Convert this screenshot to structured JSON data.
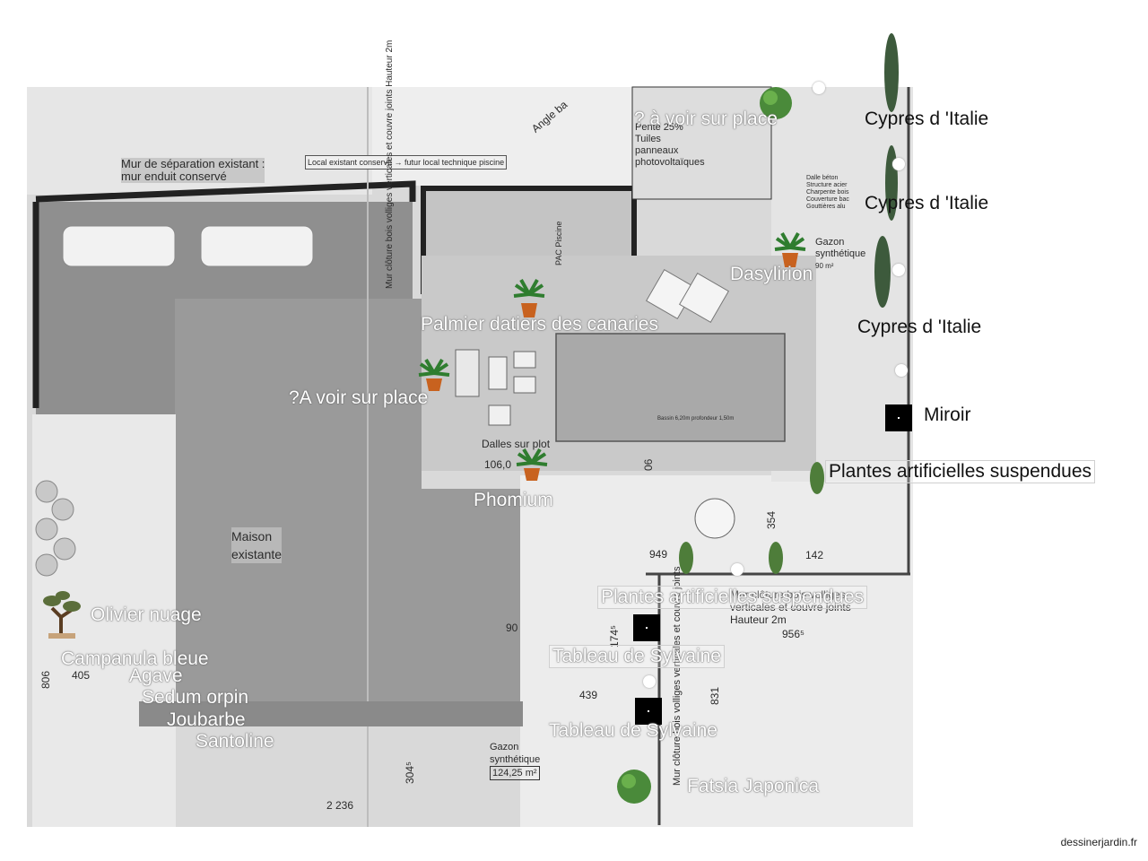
{
  "plan": {
    "wall_label_line1": "Mur de séparation existant :",
    "wall_label_line2": "mur enduit  conservé",
    "local_label": "Local existant conservé → futur local technique piscine",
    "fence_vertical": "Mur clôture bois volliges verticales et couvre joints Hauteur 2m",
    "roof_line1": "Pente 25%",
    "roof_line2": "Tuiles",
    "roof_line3": "panneaux",
    "roof_line4": "photovoltaïques",
    "angle": "Angle ba",
    "pac_label": "PAC Piscine",
    "dalle_line1": "Dalle béton",
    "dalle_line2": "Structure acier",
    "dalle_line3": "Charpente bois",
    "dalle_line4": "Couverture bac",
    "dalle_line5": "Gouttières alu",
    "gazon_top_line1": "Gazon",
    "gazon_top_line2": "synthétique",
    "gazon_top_area": "90 m²",
    "dalles_plot": "Dalles sur plot",
    "level_106": "106,0",
    "maison_line1": "Maison",
    "maison_line2": "existante",
    "fence_bottom_line1": "Mur clôture bois volliges",
    "fence_bottom_line2": "verticales et couvre joints",
    "fence_bottom_line3": "Hauteur 2m",
    "gazon_bottom_line1": "Gazon",
    "gazon_bottom_line2": "synthétique",
    "gazon_bottom_area": "124,25 m²",
    "pool_dim": "Bassin 6,20m profondeur 1,50m",
    "fence_vertical_bottom": "Mur clôture bois volliges verticales et couvre joints",
    "dim_949": "949",
    "dim_142": "142",
    "dim_9565": "956⁵",
    "dim_439": "439",
    "dim_90": "90",
    "dim_831": "831",
    "dim_174": "174⁵",
    "dim_3045": "304⁵",
    "dim_2236": "2 236",
    "dim_405": "405",
    "dim_806": "806",
    "dim_354": "354",
    "dim_06": "06"
  },
  "labels": {
    "a_voir_top": "? à voir sur place",
    "cypres1": "Cypres d 'Italie",
    "cypres2": "Cypres d 'Italie",
    "cypres3": "Cypres d 'Italie",
    "dasylirion": "Dasylirion",
    "palmier": "Palmier datiers des canaries",
    "a_voir_left": "?A voir sur place",
    "miroir": "Miroir",
    "plantes_right": "Plantes artificielles suspendues",
    "phormium": "Phomium",
    "olivier": "Olivier nuage",
    "plantes_bottom": "Plantes artificielles suspendues",
    "campanula": "Campanula bleue",
    "agave": "Agave",
    "sedum": "Sedum orpin",
    "joubarbe": "Joubarbe",
    "santoline": "Santoline",
    "tableau1": "Tableau de Sylvaine",
    "tableau2": "Tableau de Sylvaine",
    "fatsia": "Fatsia Japonica"
  },
  "footer": {
    "credit": "dessinerjardin.fr"
  },
  "colors": {
    "plan_paper": "#dcdcdc",
    "house_overlay": "#9a9a9a",
    "label_text": "#ffffff",
    "cypress": "#3d5a3c",
    "palm": "#2f7d2f",
    "pot": "#c8621f"
  }
}
